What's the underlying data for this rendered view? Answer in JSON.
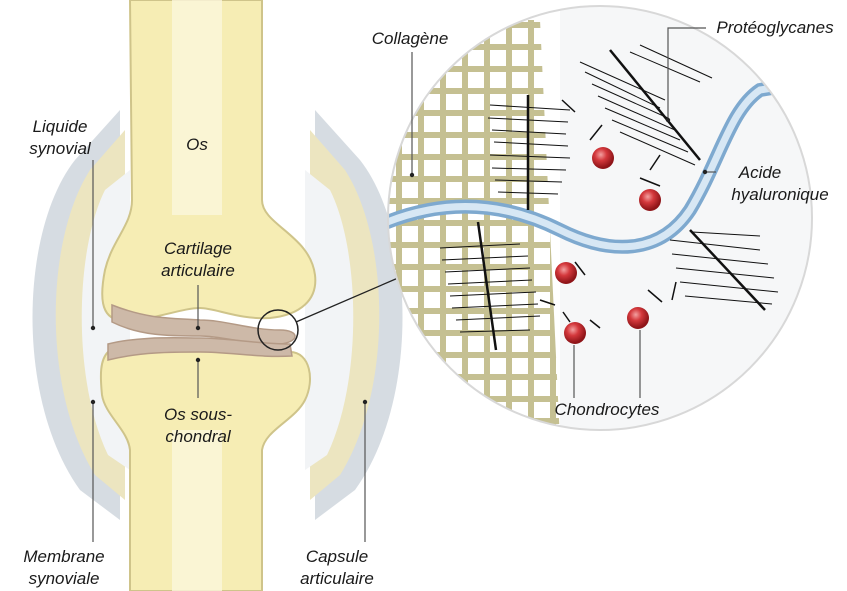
{
  "labels": {
    "os": "Os",
    "liquide_line1": "Liquide",
    "liquide_line2": "synovial",
    "cartilage_line1": "Cartilage",
    "cartilage_line2": "articulaire",
    "os_sous_line1": "Os sous-",
    "os_sous_line2": "chondral",
    "membrane_line1": "Membrane",
    "membrane_line2": "synoviale",
    "capsule_line1": "Capsule",
    "capsule_line2": "articulaire",
    "collagene": "Collagène",
    "proteoglycanes": "Protéoglycanes",
    "acide_line1": "Acide",
    "acide_line2": "hyaluronique",
    "chondrocytes": "Chondrocytes"
  },
  "colors": {
    "bone_fill": "#f6edb4",
    "bone_edge": "#cfc48a",
    "bone_core": "#fbf6dc",
    "cartilage": "#cdb9a8",
    "capsule_outer": "#d6dce2",
    "capsule_inner": "#ece5c0",
    "synovial_fluid": "#f2f4f6",
    "collagen": "#bfb986",
    "hyaluronic_outer": "#7ea9cf",
    "hyaluronic_inner": "#d7e7f4",
    "cell": "#c0252a"
  }
}
